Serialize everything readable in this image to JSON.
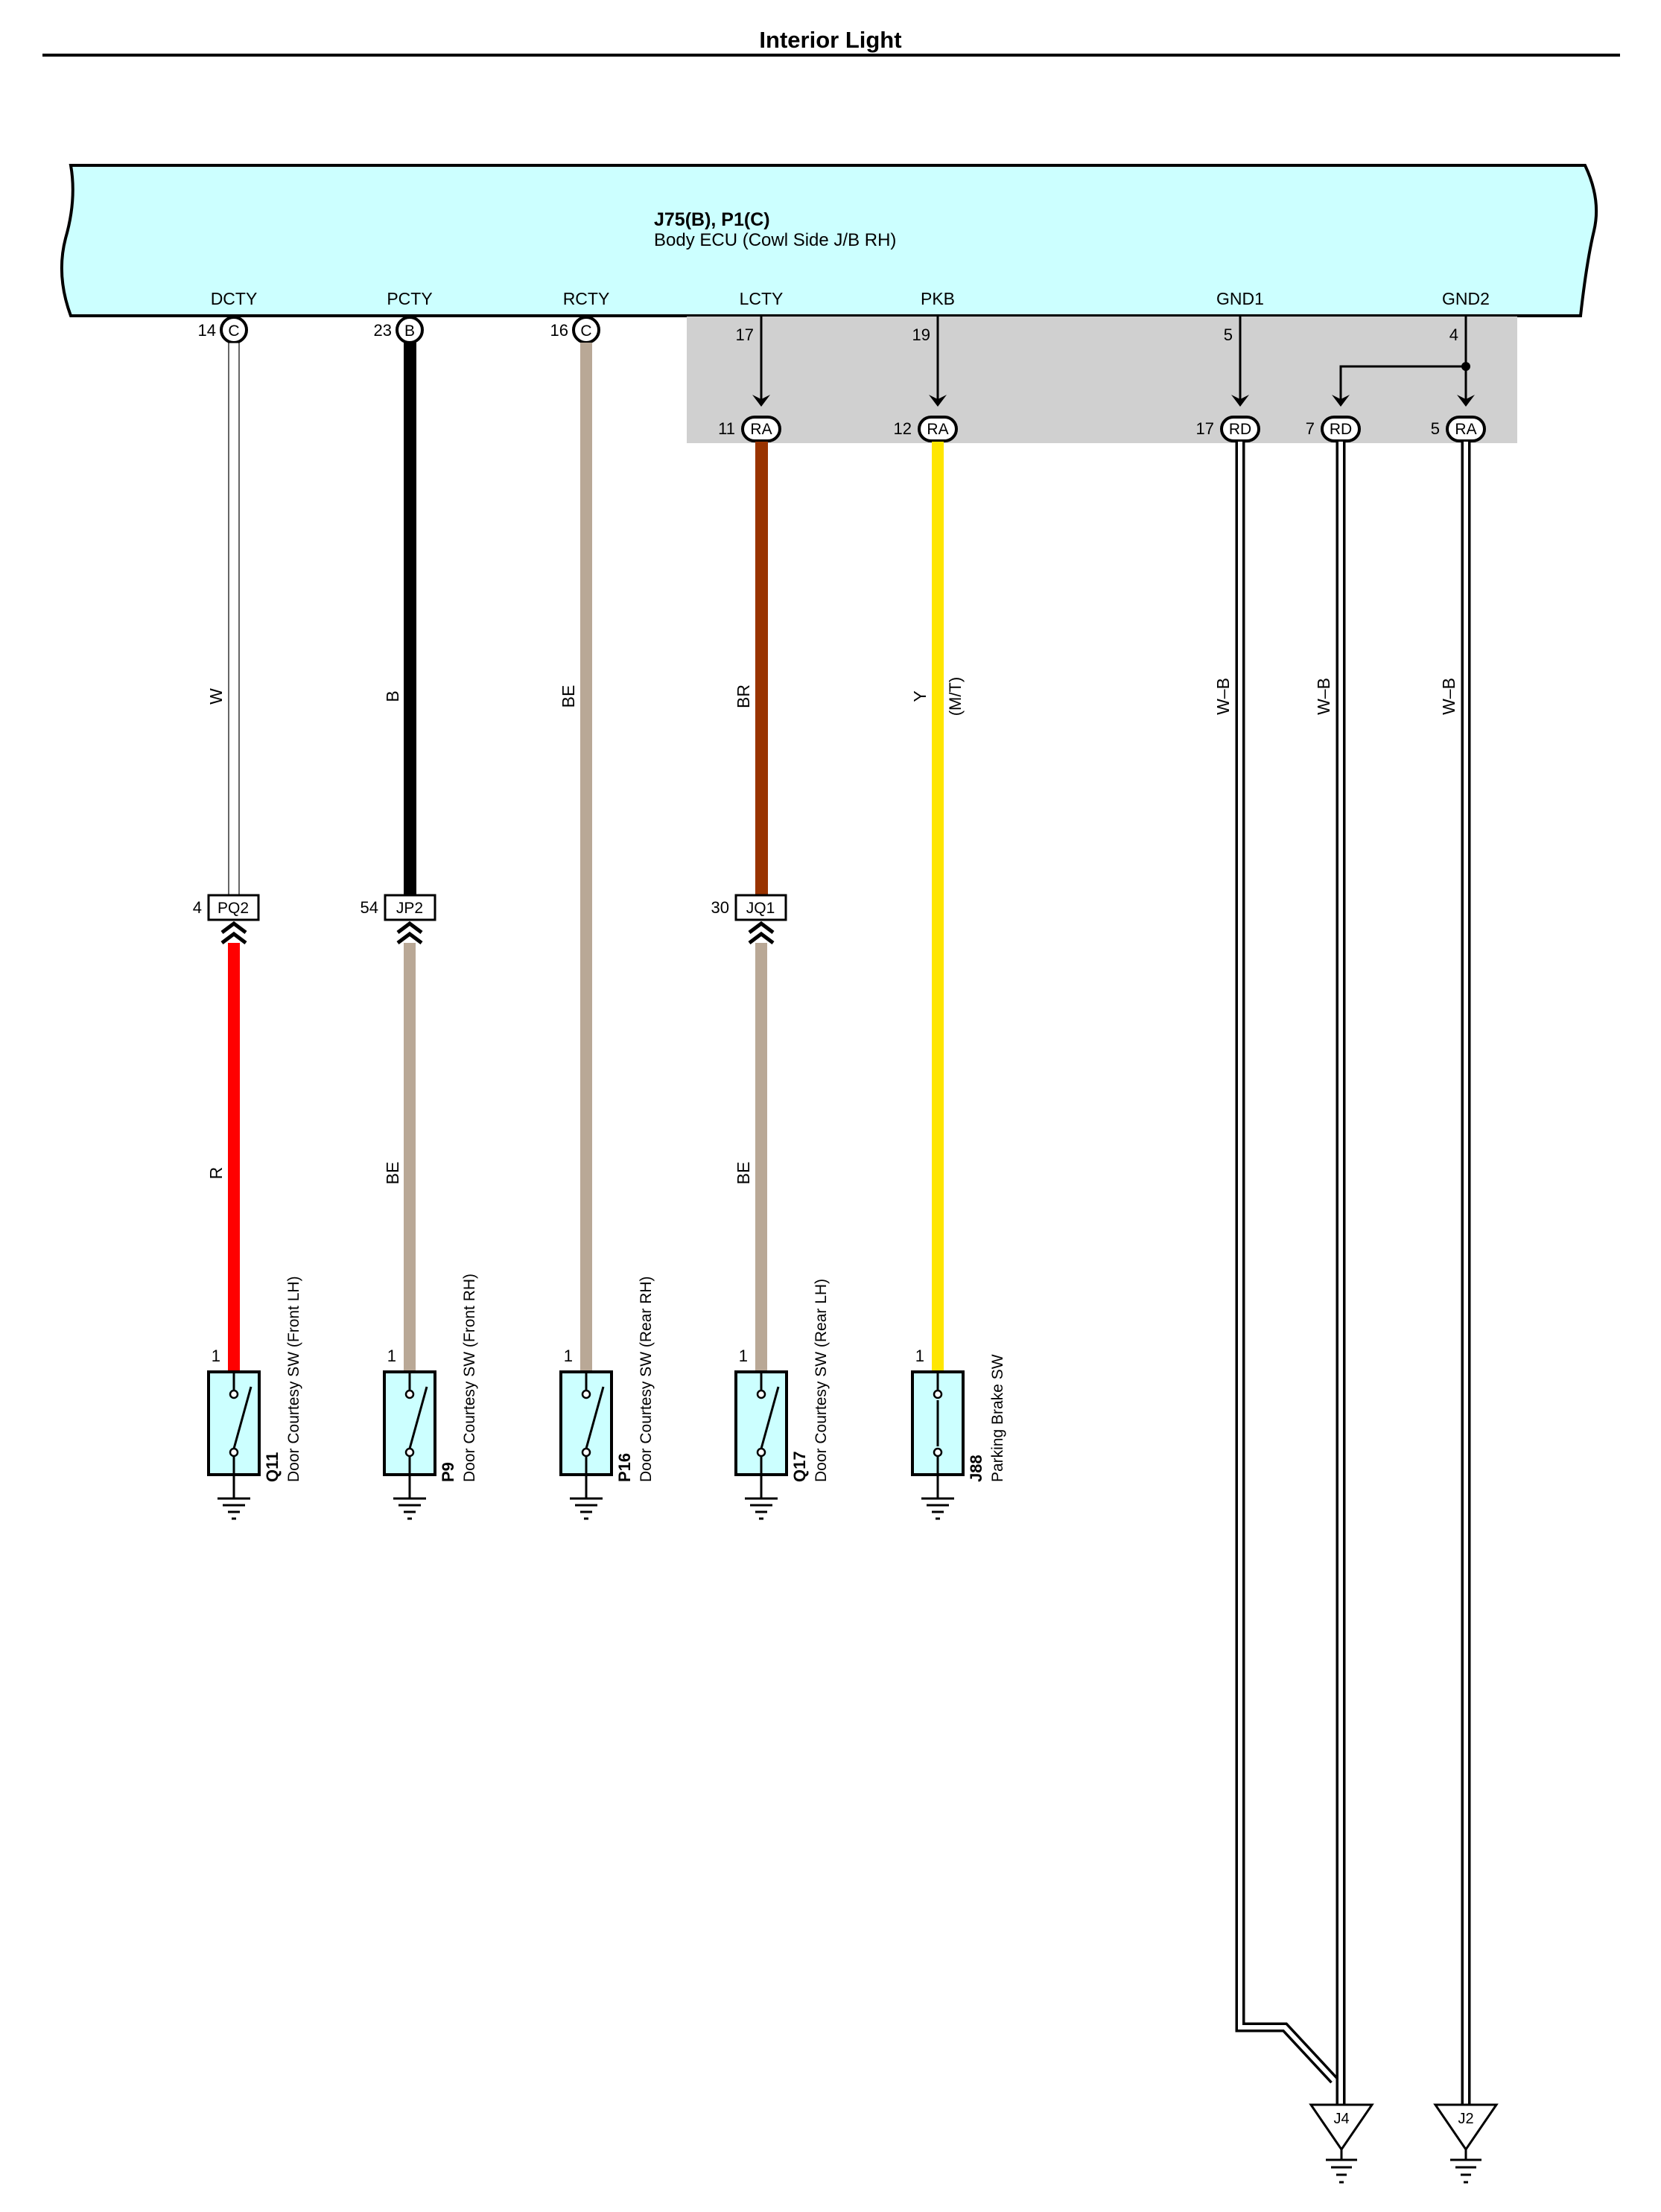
{
  "page_title": "Interior Light",
  "ecu": {
    "id": "J75(B), P1(C)",
    "name": "Body ECU (Cowl Side J/B RH)",
    "color": "#ccffff"
  },
  "terminals": [
    {
      "name": "DCTY",
      "pin": "14",
      "conn": "C"
    },
    {
      "name": "PCTY",
      "pin": "23",
      "conn": "B"
    },
    {
      "name": "RCTY",
      "pin": "16",
      "conn": "C"
    },
    {
      "name": "LCTY",
      "pin": "17"
    },
    {
      "name": "PKB",
      "pin": "19"
    },
    {
      "name": "GND1",
      "pin": "5"
    },
    {
      "name": "GND2",
      "pin": "4"
    }
  ],
  "ra_connectors": [
    {
      "pin": "11",
      "conn": "RA"
    },
    {
      "pin": "12",
      "conn": "RA"
    },
    {
      "pin": "17",
      "conn": "RD"
    },
    {
      "pin": "7",
      "conn": "RD"
    },
    {
      "pin": "5",
      "conn": "RA"
    }
  ],
  "wire_codes_upper": [
    "W",
    "B",
    "BE",
    "BR",
    "Y"
  ],
  "mt_note": "(M/T)",
  "ground_wire_codes": [
    "W–B",
    "W–B",
    "W–B"
  ],
  "inline_connectors": [
    {
      "pin": "4",
      "conn": "PQ2"
    },
    {
      "pin": "54",
      "conn": "JP2"
    },
    {
      "pin": "30",
      "conn": "JQ1"
    }
  ],
  "wire_codes_lower": [
    "R",
    "BE",
    "BE"
  ],
  "components": [
    {
      "pin": "1",
      "id": "Q11",
      "name": "Door Courtesy SW (Front LH)"
    },
    {
      "pin": "1",
      "id": "P9",
      "name": "Door Courtesy SW (Front RH)"
    },
    {
      "pin": "1",
      "id": "P16",
      "name": "Door Courtesy SW (Rear RH)"
    },
    {
      "pin": "1",
      "id": "Q17",
      "name": "Door Courtesy SW (Rear LH)"
    },
    {
      "pin": "1",
      "id": "J88",
      "name": "Parking Brake SW"
    }
  ],
  "ground_points": [
    "J4",
    "J2"
  ],
  "wire_colors": {
    "W": "#ffffff",
    "B": "#000000",
    "BE": "#b9a896",
    "BR": "#993300",
    "Y": "#ffe600",
    "R": "#ff0000"
  },
  "junction_shade_color": "#d0d0d0"
}
